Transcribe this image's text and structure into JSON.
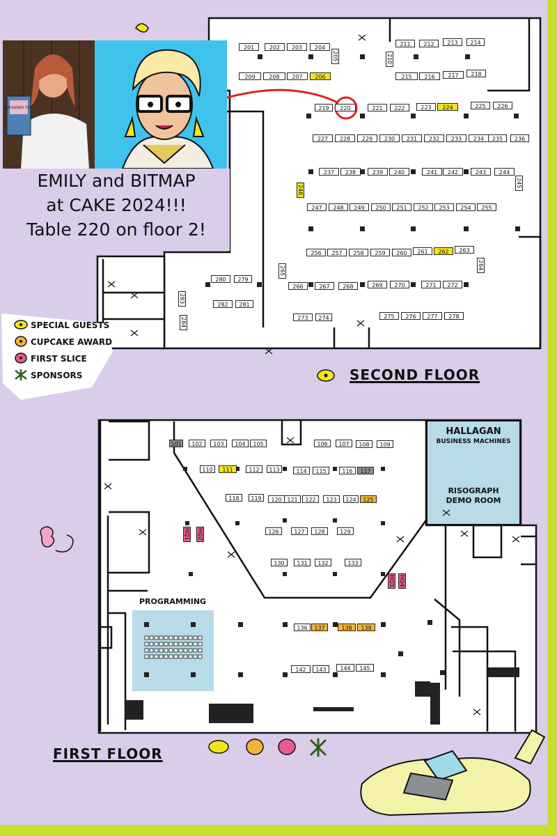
{
  "caption": {
    "line1": "EMILY and BITMAP",
    "line2": "at CAKE 2024!!!",
    "line3": "Table 220 on floor 2!"
  },
  "photo": {
    "book_title": "Porcelain Girl"
  },
  "legend": {
    "special_guests": "SPECIAL GUESTS",
    "cupcake_award": "CUPCAKE AWARD",
    "first_slice": "FIRST SLICE",
    "sponsors": "SPONSORS"
  },
  "floors": {
    "second": "SECOND FLOOR",
    "first": "FIRST FLOOR"
  },
  "rooms": {
    "hallagan": "HALLAGAN",
    "business_machines": "BUSINESS MACHINES",
    "risograph": "RISOGRAPH",
    "demo_room": "DEMO ROOM",
    "programming": "PROGRAMMING"
  },
  "highlight_table": "220",
  "colors": {
    "special_guest": "#f2e51d",
    "cupcake_award": "#f2b43a",
    "first_slice": "#ea5a91",
    "sponsor": "#8b918f",
    "room_fill": "#b7dbe7",
    "background": "#d9cdea",
    "accent": "#c6df2e",
    "highlight": "#e0221d"
  },
  "tables": [
    [
      "201",
      343,
      62,
      29,
      "w",
      ""
    ],
    [
      "202",
      380,
      62,
      29,
      "w",
      ""
    ],
    [
      "203",
      412,
      62,
      29,
      "w",
      ""
    ],
    [
      "204",
      445,
      62,
      29,
      "w",
      ""
    ],
    [
      "205",
      476,
      70,
      11,
      "v",
      ""
    ],
    [
      "210",
      554,
      74,
      11,
      "v",
      ""
    ],
    [
      "211",
      568,
      57,
      28,
      "w",
      ""
    ],
    [
      "212",
      602,
      57,
      28,
      "w",
      ""
    ],
    [
      "213",
      636,
      55,
      28,
      "w",
      ""
    ],
    [
      "214",
      670,
      55,
      26,
      "w",
      ""
    ],
    [
      "209",
      343,
      104,
      32,
      "w",
      ""
    ],
    [
      "208",
      378,
      104,
      32,
      "w",
      ""
    ],
    [
      "207",
      412,
      104,
      30,
      "w",
      ""
    ],
    [
      "206",
      445,
      104,
      30,
      "w",
      "yellow"
    ],
    [
      "215",
      568,
      104,
      32,
      "w",
      ""
    ],
    [
      "216",
      602,
      104,
      30,
      "w",
      ""
    ],
    [
      "217",
      636,
      102,
      30,
      "w",
      ""
    ],
    [
      "218",
      670,
      100,
      28,
      "w",
      ""
    ],
    [
      "219",
      452,
      149,
      26,
      "w",
      ""
    ],
    [
      "220",
      481,
      149,
      30,
      "w",
      ""
    ],
    [
      "221",
      528,
      149,
      28,
      "w",
      ""
    ],
    [
      "222",
      560,
      149,
      28,
      "w",
      ""
    ],
    [
      "223",
      598,
      148,
      28,
      "w",
      ""
    ],
    [
      "224",
      628,
      148,
      30,
      "w",
      "yellow"
    ],
    [
      "225",
      676,
      146,
      28,
      "w",
      ""
    ],
    [
      "226",
      708,
      146,
      28,
      "w",
      ""
    ],
    [
      "227",
      449,
      193,
      29,
      "w",
      ""
    ],
    [
      "228",
      481,
      193,
      29,
      "w",
      ""
    ],
    [
      "229",
      513,
      193,
      29,
      "w",
      ""
    ],
    [
      "230",
      545,
      193,
      29,
      "w",
      ""
    ],
    [
      "231",
      577,
      193,
      29,
      "w",
      ""
    ],
    [
      "232",
      609,
      193,
      29,
      "w",
      ""
    ],
    [
      "233",
      641,
      193,
      29,
      "w",
      ""
    ],
    [
      "234",
      673,
      193,
      29,
      "w",
      ""
    ],
    [
      "235",
      701,
      193,
      27,
      "w",
      ""
    ],
    [
      "236",
      733,
      193,
      27,
      "w",
      ""
    ],
    [
      "237",
      458,
      241,
      29,
      "w",
      ""
    ],
    [
      "238",
      489,
      241,
      29,
      "w",
      ""
    ],
    [
      "239",
      528,
      241,
      29,
      "w",
      ""
    ],
    [
      "240",
      559,
      241,
      29,
      "w",
      ""
    ],
    [
      "241",
      606,
      241,
      29,
      "w",
      ""
    ],
    [
      "242",
      636,
      241,
      29,
      "w",
      ""
    ],
    [
      "243",
      676,
      241,
      29,
      "w",
      ""
    ],
    [
      "244",
      710,
      241,
      29,
      "w",
      ""
    ],
    [
      "245",
      740,
      252,
      11,
      "v",
      ""
    ],
    [
      "246",
      426,
      262,
      11,
      "v",
      "yellow"
    ],
    [
      "247",
      441,
      292,
      28,
      "w",
      ""
    ],
    [
      "248",
      472,
      292,
      28,
      "w",
      ""
    ],
    [
      "249",
      502,
      292,
      28,
      "w",
      ""
    ],
    [
      "250",
      533,
      292,
      28,
      "w",
      ""
    ],
    [
      "251",
      563,
      292,
      28,
      "w",
      ""
    ],
    [
      "252",
      594,
      292,
      28,
      "w",
      ""
    ],
    [
      "253",
      624,
      292,
      28,
      "w",
      ""
    ],
    [
      "254",
      655,
      292,
      28,
      "w",
      ""
    ],
    [
      "255",
      685,
      292,
      28,
      "w",
      ""
    ],
    [
      "256",
      440,
      357,
      28,
      "w",
      ""
    ],
    [
      "257",
      470,
      357,
      28,
      "w",
      ""
    ],
    [
      "258",
      501,
      357,
      28,
      "w",
      ""
    ],
    [
      "259",
      532,
      357,
      28,
      "w",
      ""
    ],
    [
      "260",
      563,
      357,
      28,
      "w",
      ""
    ],
    [
      "261",
      593,
      355,
      28,
      "w",
      ""
    ],
    [
      "262",
      623,
      355,
      28,
      "w",
      "yellow"
    ],
    [
      "263",
      653,
      353,
      28,
      "w",
      ""
    ],
    [
      "264",
      685,
      370,
      11,
      "v",
      ""
    ],
    [
      "265",
      400,
      378,
      11,
      "v",
      ""
    ],
    [
      "280",
      303,
      395,
      28,
      "w",
      ""
    ],
    [
      "279",
      336,
      395,
      26,
      "w",
      ""
    ],
    [
      "266",
      414,
      405,
      28,
      "w",
      ""
    ],
    [
      "267",
      452,
      405,
      28,
      "w",
      ""
    ],
    [
      "268",
      486,
      405,
      28,
      "w",
      ""
    ],
    [
      "269",
      528,
      403,
      28,
      "w",
      ""
    ],
    [
      "270",
      560,
      403,
      28,
      "w",
      ""
    ],
    [
      "271",
      605,
      403,
      28,
      "w",
      ""
    ],
    [
      "272",
      636,
      403,
      28,
      "w",
      ""
    ],
    [
      "282",
      306,
      431,
      28,
      "w",
      ""
    ],
    [
      "281",
      338,
      431,
      26,
      "w",
      ""
    ],
    [
      "283",
      256,
      418,
      11,
      "v",
      ""
    ],
    [
      "284",
      258,
      452,
      11,
      "v",
      ""
    ],
    [
      "273",
      421,
      450,
      28,
      "w",
      ""
    ],
    [
      "274",
      453,
      450,
      24,
      "w",
      ""
    ],
    [
      "275",
      545,
      448,
      28,
      "w",
      ""
    ],
    [
      "276",
      576,
      448,
      28,
      "w",
      ""
    ],
    [
      "277",
      607,
      448,
      28,
      "w",
      ""
    ],
    [
      "278",
      638,
      448,
      28,
      "w",
      ""
    ],
    [
      "101",
      243,
      631,
      20,
      "w",
      "gray"
    ],
    [
      "102",
      271,
      631,
      24,
      "w",
      ""
    ],
    [
      "103",
      302,
      631,
      24,
      "w",
      ""
    ],
    [
      "104",
      333,
      631,
      24,
      "w",
      ""
    ],
    [
      "105",
      359,
      631,
      24,
      "w",
      ""
    ],
    [
      "106",
      451,
      631,
      24,
      "w",
      ""
    ],
    [
      "107",
      482,
      631,
      24,
      "w",
      ""
    ],
    [
      "108",
      511,
      632,
      24,
      "w",
      ""
    ],
    [
      "109",
      541,
      632,
      24,
      "w",
      ""
    ],
    [
      "110",
      287,
      668,
      22,
      "w",
      ""
    ],
    [
      "111",
      314,
      668,
      26,
      "w",
      "yellow"
    ],
    [
      "112",
      353,
      668,
      24,
      "w",
      ""
    ],
    [
      "113",
      383,
      668,
      22,
      "w",
      ""
    ],
    [
      "114",
      421,
      670,
      24,
      "w",
      ""
    ],
    [
      "115",
      449,
      670,
      24,
      "w",
      ""
    ],
    [
      "116",
      487,
      670,
      24,
      "w",
      ""
    ],
    [
      "117",
      513,
      670,
      24,
      "w",
      "gray"
    ],
    [
      "118",
      324,
      709,
      24,
      "w",
      ""
    ],
    [
      "119",
      357,
      709,
      22,
      "w",
      ""
    ],
    [
      "120",
      385,
      711,
      24,
      "w",
      ""
    ],
    [
      "121",
      408,
      711,
      24,
      "w",
      ""
    ],
    [
      "122",
      434,
      711,
      24,
      "w",
      ""
    ],
    [
      "123",
      464,
      711,
      24,
      "w",
      ""
    ],
    [
      "124",
      493,
      711,
      22,
      "w",
      ""
    ],
    [
      "125",
      517,
      711,
      24,
      "w",
      "gold"
    ],
    [
      "126",
      381,
      757,
      24,
      "w",
      ""
    ],
    [
      "127",
      418,
      757,
      24,
      "w",
      ""
    ],
    [
      "128",
      447,
      757,
      24,
      "w",
      ""
    ],
    [
      "129",
      484,
      757,
      24,
      "w",
      ""
    ],
    [
      "130",
      389,
      802,
      24,
      "w",
      ""
    ],
    [
      "131",
      422,
      802,
      24,
      "w",
      ""
    ],
    [
      "132",
      452,
      802,
      24,
      "w",
      ""
    ],
    [
      "133",
      495,
      802,
      24,
      "w",
      ""
    ],
    [
      "HQ1",
      263,
      756,
      11,
      "v",
      "pink"
    ],
    [
      "HQ2",
      282,
      756,
      11,
      "v",
      "pink"
    ],
    [
      "HQ3",
      557,
      823,
      11,
      "v",
      "pink"
    ],
    [
      "HQ4",
      572,
      823,
      11,
      "v",
      "pink"
    ],
    [
      "136",
      422,
      895,
      24,
      "w",
      ""
    ],
    [
      "137",
      447,
      895,
      24,
      "w",
      "gold"
    ],
    [
      "138",
      485,
      895,
      26,
      "w",
      "gold"
    ],
    [
      "139",
      513,
      895,
      26,
      "w",
      "gold"
    ],
    [
      "142",
      418,
      955,
      28,
      "w",
      ""
    ],
    [
      "143",
      449,
      955,
      24,
      "w",
      ""
    ],
    [
      "144",
      483,
      953,
      26,
      "w",
      ""
    ],
    [
      "145",
      511,
      953,
      26,
      "w",
      ""
    ]
  ]
}
